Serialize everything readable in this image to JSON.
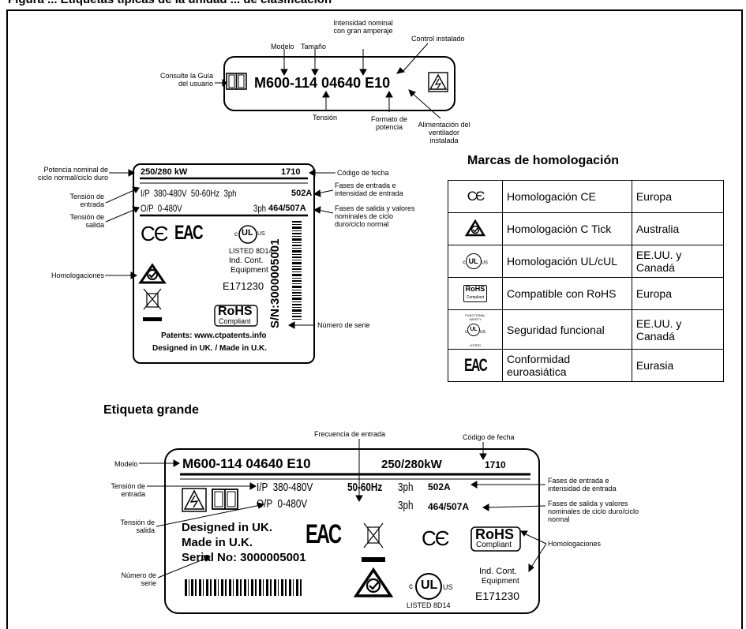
{
  "header_fragment": "Figura ... Etiquetas típicas de la unidad ... de clasificación",
  "small_label": {
    "book_caption": "Consulte la Guía del usuario",
    "model_code": "M600-114  04640  E10",
    "annotations": {
      "modelo": "Modelo",
      "tamano": "Tamaño",
      "intensidad": "Intensidad nominal con gran amperaje",
      "control": "Control instalado",
      "tension": "Tensión",
      "formato": "Formato de potencia",
      "alimentacion": "Alimentación del ventilador instalada"
    }
  },
  "rating_label": {
    "power": "250/280 kW",
    "date_code": "1710",
    "ip_line": "I/P  380-480V  50-60Hz  3ph",
    "ip_current": "502A",
    "op_line": "O/P  0-480V",
    "op_ph": "3ph",
    "op_current": "464/507A",
    "listed": "LISTED 8D14",
    "ind_cont": "Ind. Cont.",
    "equipment": "Equipment",
    "e_number": "E171230",
    "rohs": "RoHS",
    "compliant": "Compliant",
    "serial": "S/N:3000005001",
    "patents": "Patents: www.ctpatents.info",
    "designed": "Designed in UK. / Made in U.K.",
    "annotations": {
      "potencia": "Potencia nominal de ciclo normal/ciclo duro",
      "tension_entrada": "Tensión de entrada",
      "tension_salida": "Tensión de salida",
      "homologaciones": "Homologaciones",
      "codigo_fecha": "Código de fecha",
      "fases_entrada": "Fases de entrada e intensidad de entrada",
      "fases_salida": "Fases de salida y valores nominales de ciclo duro/ciclo normal",
      "numero_serie": "Número de serie"
    }
  },
  "approvals": {
    "title": "Marcas de homologación",
    "rows": [
      {
        "icon": "ce-mark-icon",
        "name": "Homologación CE",
        "region": "Europa"
      },
      {
        "icon": "c-tick-icon",
        "name": "Homologación C Tick",
        "region": "Australia"
      },
      {
        "icon": "ul-mark-icon",
        "name": "Homologación UL/cUL",
        "region": "EE.UU. y Canadá"
      },
      {
        "icon": "rohs-icon",
        "name": "Compatible con RoHS",
        "region": "Europa"
      },
      {
        "icon": "functional-safety-icon",
        "name": "Seguridad funcional",
        "region": "EE.UU. y Canadá"
      },
      {
        "icon": "eac-mark-icon",
        "name": "Conformidad euroasiática",
        "region": "Eurasia"
      }
    ]
  },
  "large_label": {
    "title": "Etiqueta grande",
    "model": "M600-114 04640 E10",
    "power": "250/280kW",
    "date_code": "1710",
    "ip": "I/P  380-480V",
    "freq": "50-60Hz",
    "ip_ph": "3ph",
    "ip_current": "502A",
    "op": "O/P  0-480V",
    "op_ph": "3ph",
    "op_current": "464/507A",
    "designed": "Designed in UK.",
    "made": "Made in U.K.",
    "serial": "Serial No: 3000005001",
    "rohs": "RoHS",
    "compliant": "Compliant",
    "ind_cont": "Ind. Cont.",
    "equipment": "Equipment",
    "e_number": "E171230",
    "listed": "LISTED 8D14",
    "annotations": {
      "frecuencia": "Frecuencia de entrada",
      "codigo_fecha": "Código de fecha",
      "modelo": "Modelo",
      "tension_entrada": "Tensión de entrada",
      "tension_salida": "Tensión de salida",
      "numero_serie": "Número de serie",
      "fases_entrada": "Fases de entrada e intensidad de entrada",
      "fases_salida": "Fases de salida y valores nominales de ciclo duro/ciclo normal",
      "homologaciones": "Homologaciones"
    }
  }
}
